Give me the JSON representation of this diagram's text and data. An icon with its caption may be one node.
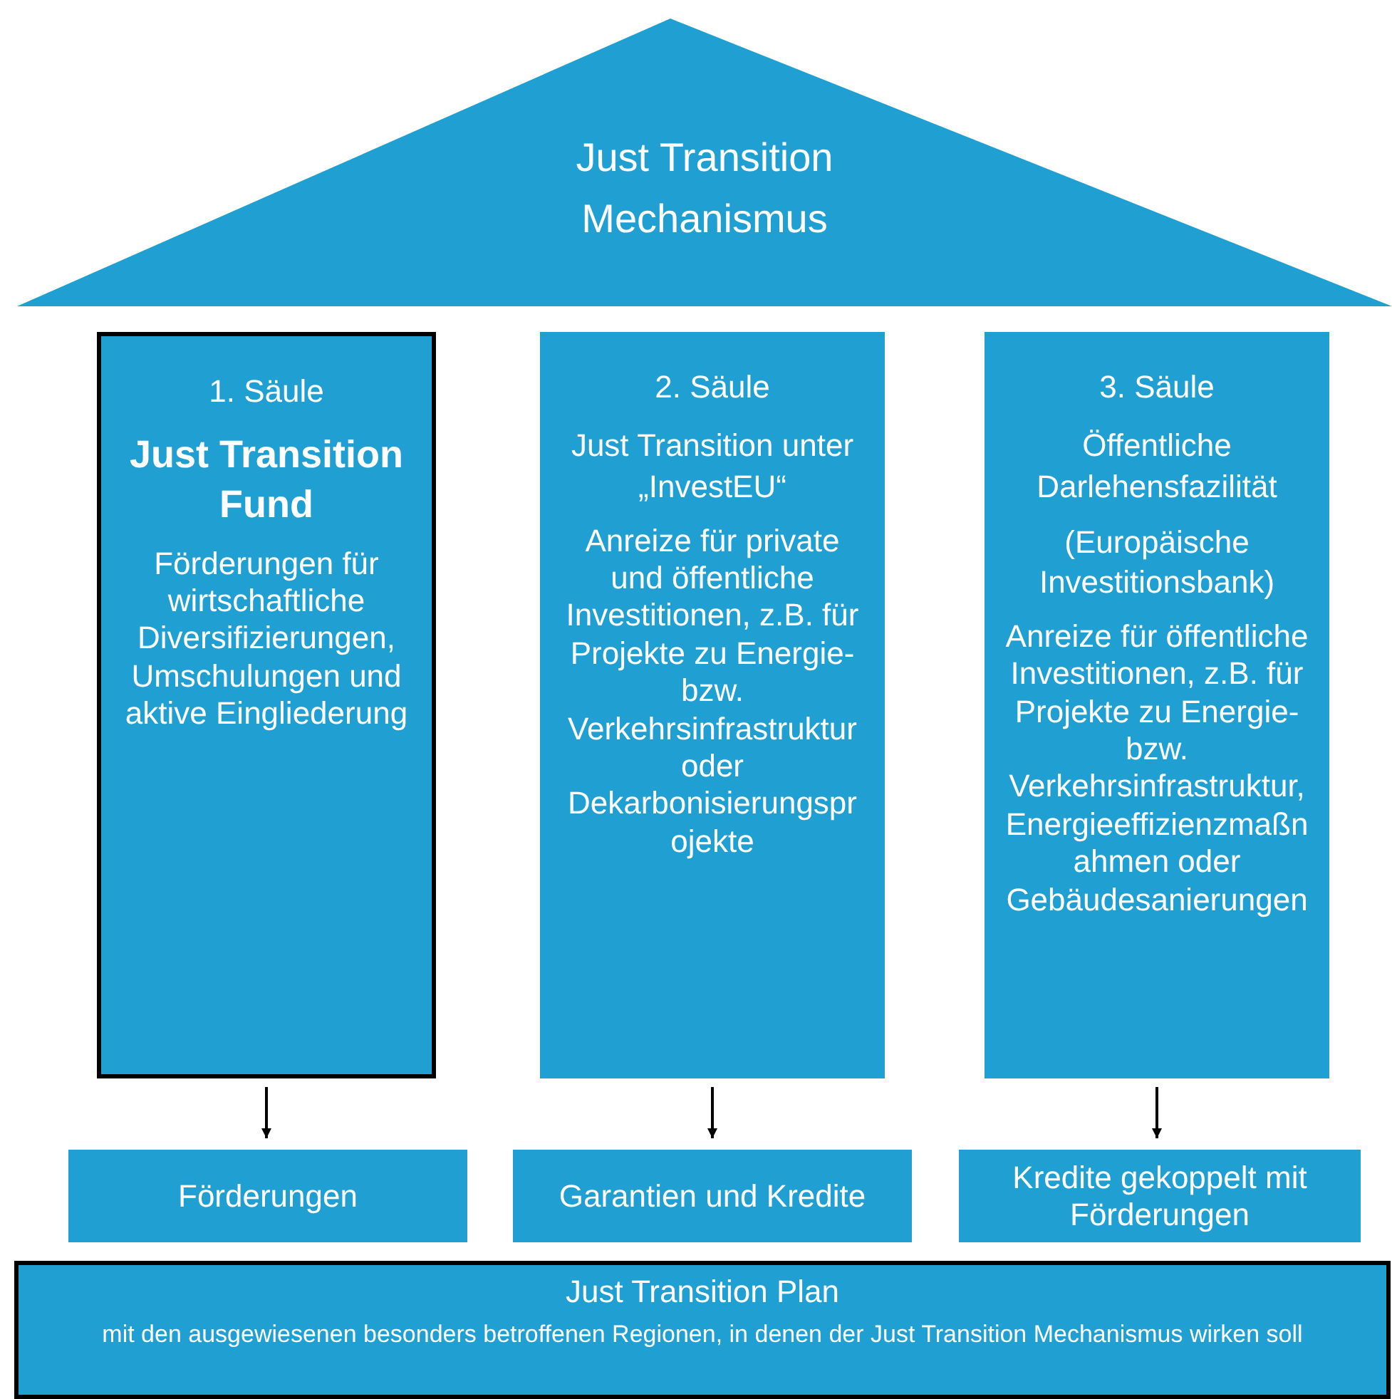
{
  "diagram": {
    "nodes": [
      {
        "text": [
          "Just Transition Mechanismus"
        ]
      },
      {
        "text": [
          "1. Säule",
          "Just Transition Fund",
          "Förderungen für wirtschaftliche Diversifizierungen, Umschulungen und aktive Eingliederung"
        ]
      },
      {
        "text": [
          "2. Säule",
          "Just Transition unter „InvestEU“",
          "Anreize für private und öffentliche Investitionen, z.B. für Projekte zu Energie- bzw. Verkehrsinfrastruktur oder Dekarbonisierungsprojekte"
        ]
      },
      {
        "text": [
          "3. Säule",
          "Öffentliche Darlehensfazilität",
          "(Europäische Investitionsbank)",
          "Anreize für öffentliche Investitionen, z.B. für Projekte zu Energie- bzw. Verkehrsinfrastruktur, Energieeffizienzmaßnahmen oder Gebäudesanierungen"
        ]
      },
      {
        "text": [
          "Förderungen"
        ]
      },
      {
        "text": [
          "Garantien und Kredite"
        ]
      },
      {
        "text": [
          "Kredite gekoppelt mit Förderungen"
        ]
      },
      {
        "text": [
          "Just Transition Plan",
          "mit den ausgewiesenen besonders betroffenen Regionen, in denen der Just Transition Mechanismus wirken soll"
        ]
      }
    ],
    "edges": [
      {
        "from": 1,
        "to": 4,
        "arrow": "to"
      },
      {
        "from": 2,
        "to": 5,
        "arrow": "to"
      },
      {
        "from": 3,
        "to": 6,
        "arrow": "to"
      }
    ]
  }
}
